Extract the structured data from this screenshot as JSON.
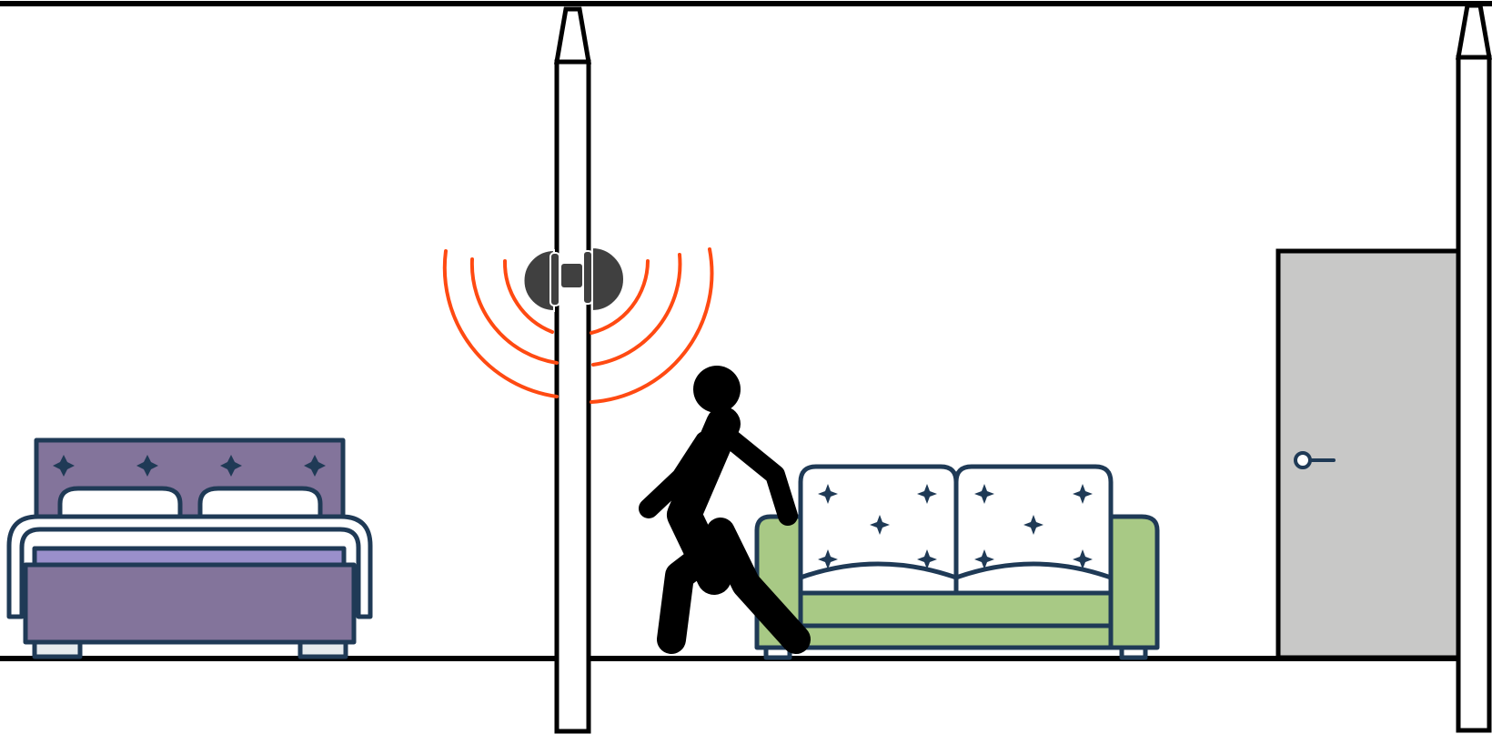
{
  "scene": {
    "type": "illustration",
    "rooms": [
      "bedroom",
      "living-room"
    ],
    "objects": [
      "ceiling",
      "floor",
      "wall-left",
      "wall-right",
      "bed",
      "sensor",
      "walking-person",
      "sofa",
      "door"
    ],
    "colors": {
      "outline": "#000000",
      "furniture_outline": "#1f3a56",
      "bed_purple": "#83749b",
      "bed_lavender": "#9a8fcb",
      "sofa_green": "#a8c985",
      "door_gray": "#c8c8c7",
      "sensor_dark": "#404040",
      "signal_waves": "#ff4a12",
      "person": "#000000",
      "bed_feet": "#e6ebee"
    }
  }
}
